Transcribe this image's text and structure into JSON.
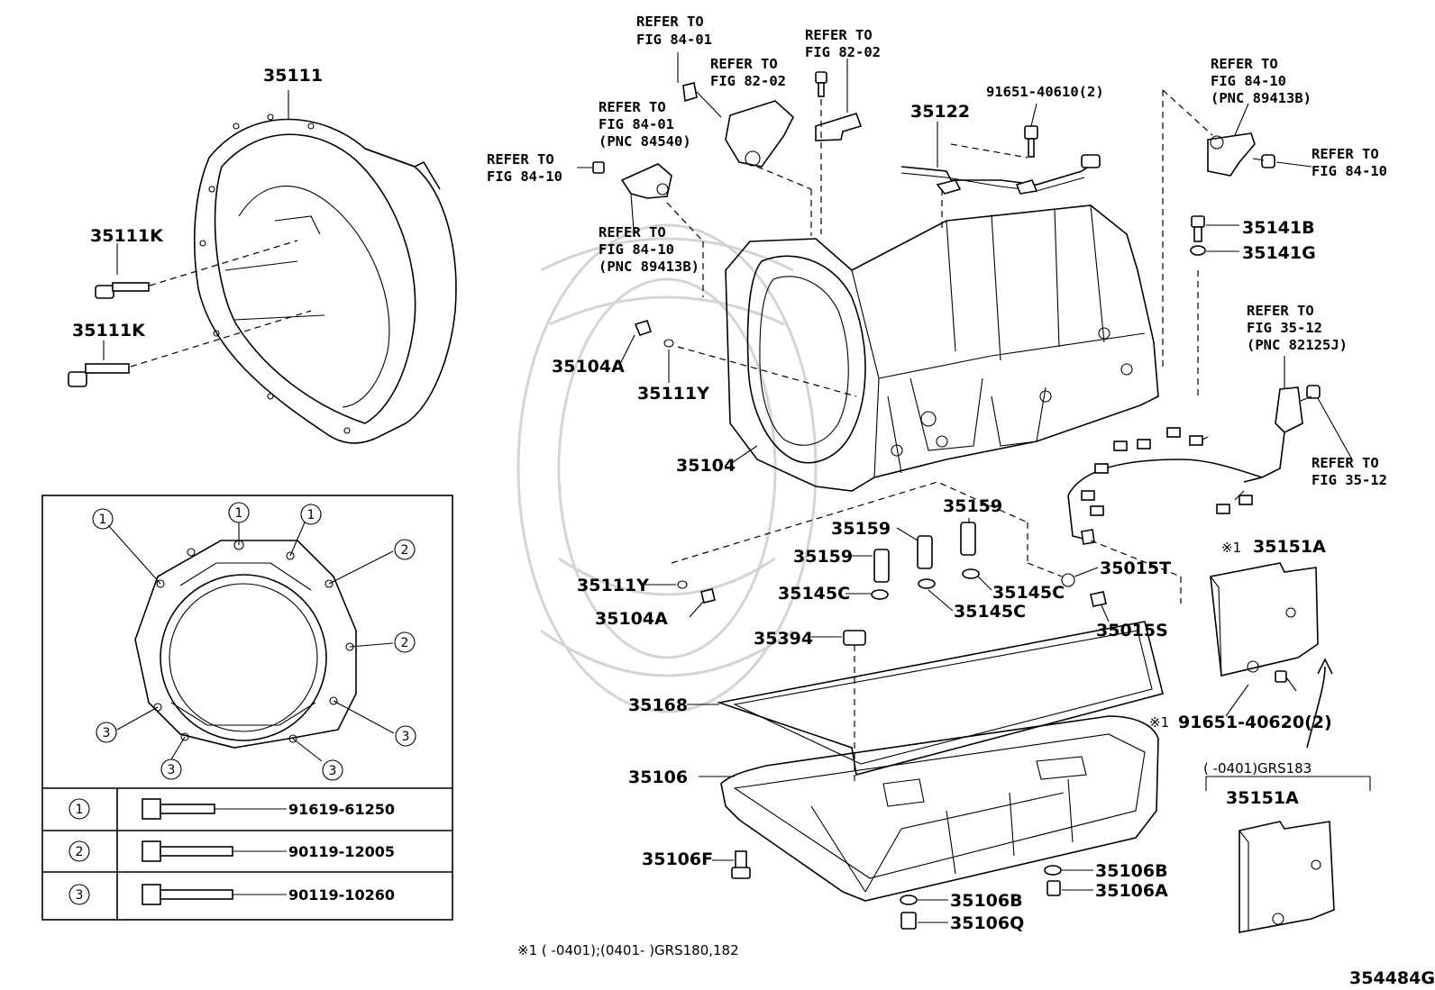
{
  "parts": {
    "p35111": "35111",
    "p35111K_a": "35111K",
    "p35111K_b": "35111K",
    "p35122": "35122",
    "p91651_40610": "91651-40610(2)",
    "p35141B": "35141B",
    "p35141G": "35141G",
    "p35104A_a": "35104A",
    "p35111Y_a": "35111Y",
    "p35104": "35104",
    "p35159_a": "35159",
    "p35159_b": "35159",
    "p35159_c": "35159",
    "p35015T": "35015T",
    "p35111Y_b": "35111Y",
    "p35104A_b": "35104A",
    "p35145C_a": "35145C",
    "p35145C_b": "35145C",
    "p35145C_c": "35145C",
    "p35015S": "35015S",
    "p35394": "35394",
    "p35168": "35168",
    "p35106": "35106",
    "p35106F": "35106F",
    "p35106B_a": "35106B",
    "p35106B_b": "35106B",
    "p35106A": "35106A",
    "p35106Q": "35106Q",
    "p35151A_a": "35151A",
    "p35151A_b": "35151A",
    "p91651_40620": "91651-40620(2)"
  },
  "refs": {
    "r1": [
      "REFER TO",
      "FIG 84-01"
    ],
    "r2": [
      "REFER TO",
      "FIG 82-02"
    ],
    "r3": [
      "REFER TO",
      "FIG 82-02"
    ],
    "r4": [
      "REFER TO",
      "FIG 84-01",
      "(PNC 84540)"
    ],
    "r5": [
      "REFER TO",
      "FIG 84-10"
    ],
    "r6": [
      "REFER TO",
      "FIG 84-10",
      "(PNC 89413B)"
    ],
    "r7": [
      "REFER TO",
      "FIG 84-10",
      "(PNC 89413B)"
    ],
    "r8": [
      "REFER TO",
      "FIG 84-10"
    ],
    "r9": [
      "REFER TO",
      "FIG 35-12",
      "(PNC 82125J)"
    ],
    "r10": [
      "REFER TO",
      "FIG 35-12"
    ]
  },
  "bolt_table": [
    {
      "mark": "1",
      "part": "91619-61250"
    },
    {
      "mark": "2",
      "part": "90119-12005"
    },
    {
      "mark": "3",
      "part": "90119-10260"
    }
  ],
  "inset_marks": [
    "1",
    "1",
    "1",
    "2",
    "2",
    "3",
    "3",
    "3",
    "3"
  ],
  "notes": {
    "mark": "※1",
    "cond_box": "(       -0401)GRS183",
    "footnote": "※1 (       -0401);(0401-        )GRS180,182",
    "fig_id": "354484G"
  }
}
